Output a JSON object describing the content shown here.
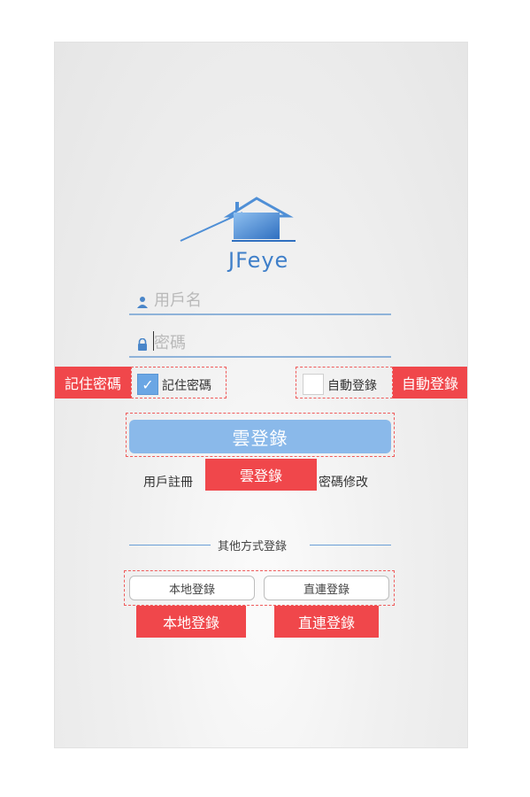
{
  "app": {
    "logo_text": "JFeye"
  },
  "login_form": {
    "username_placeholder": "用戶名",
    "password_placeholder": "密碼",
    "remember_password_label": "記住密碼",
    "remember_password_checked": true,
    "auto_login_label": "自動登錄",
    "auto_login_checked": false,
    "cloud_login_button": "雲登錄",
    "register_link": "用戶註冊",
    "change_password_link": "密碼修改"
  },
  "other_methods": {
    "divider_label": "其他方式登錄",
    "local_login_button": "本地登錄",
    "direct_login_button": "直連登錄"
  },
  "annotations": {
    "remember_password": "記住密碼",
    "auto_login": "自動登錄",
    "cloud_login": "雲登錄",
    "local_login": "本地登錄",
    "direct_login": "直連登錄"
  },
  "colors": {
    "accent_blue": "#3f7fc9",
    "button_blue": "#8ab9ea",
    "annotation_red": "#f0474b"
  },
  "icons": [
    "house-logo-icon",
    "user-icon",
    "lock-icon",
    "checkmark-icon"
  ]
}
